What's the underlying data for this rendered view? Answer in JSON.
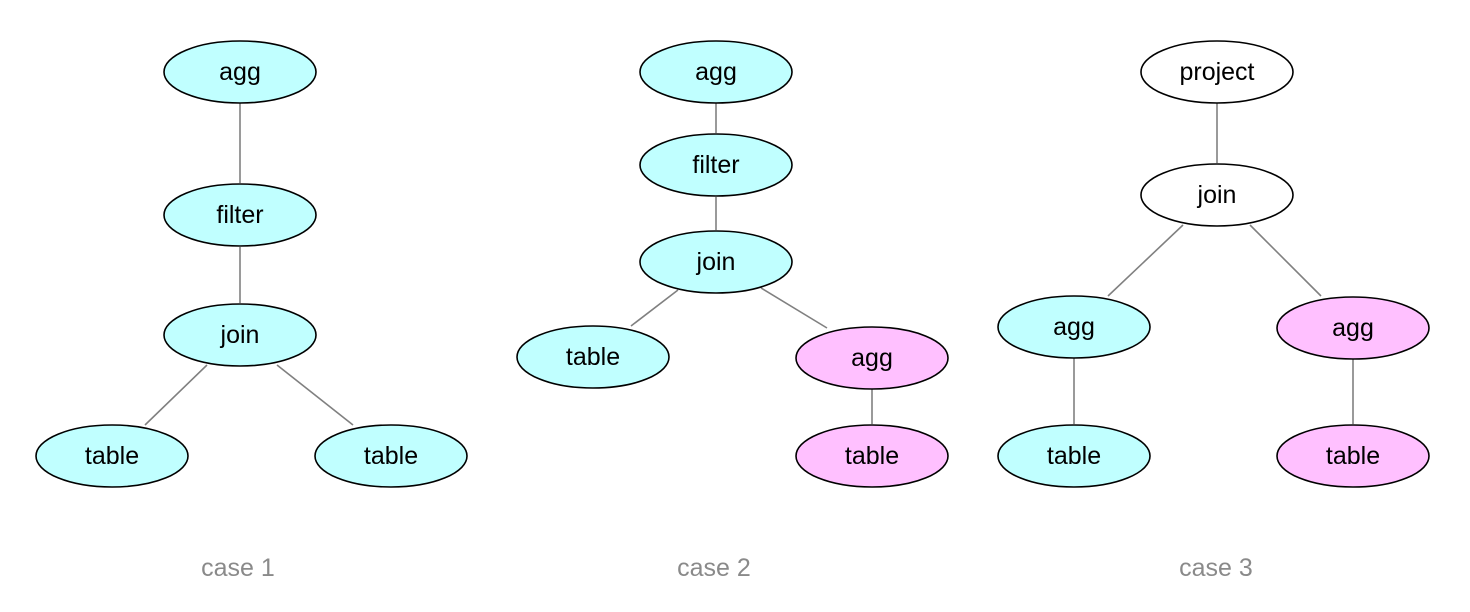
{
  "colors": {
    "cyan": "#c0ffff",
    "pink": "#ffc0ff",
    "white": "#ffffff",
    "edge": "#808080",
    "caption": "#8a8a8a"
  },
  "cases": [
    {
      "caption": "case 1",
      "nodes": [
        {
          "id": "agg",
          "label": "agg",
          "fill": "cyan"
        },
        {
          "id": "filter",
          "label": "filter",
          "fill": "cyan"
        },
        {
          "id": "join",
          "label": "join",
          "fill": "cyan"
        },
        {
          "id": "table-left",
          "label": "table",
          "fill": "cyan"
        },
        {
          "id": "table-right",
          "label": "table",
          "fill": "cyan"
        }
      ],
      "edges": [
        [
          "agg",
          "filter"
        ],
        [
          "filter",
          "join"
        ],
        [
          "join",
          "table-left"
        ],
        [
          "join",
          "table-right"
        ]
      ]
    },
    {
      "caption": "case 2",
      "nodes": [
        {
          "id": "agg",
          "label": "agg",
          "fill": "cyan"
        },
        {
          "id": "filter",
          "label": "filter",
          "fill": "cyan"
        },
        {
          "id": "join",
          "label": "join",
          "fill": "cyan"
        },
        {
          "id": "table-left",
          "label": "table",
          "fill": "cyan"
        },
        {
          "id": "agg-right",
          "label": "agg",
          "fill": "pink"
        },
        {
          "id": "table-right",
          "label": "table",
          "fill": "pink"
        }
      ],
      "edges": [
        [
          "agg",
          "filter"
        ],
        [
          "filter",
          "join"
        ],
        [
          "join",
          "table-left"
        ],
        [
          "join",
          "agg-right"
        ],
        [
          "agg-right",
          "table-right"
        ]
      ]
    },
    {
      "caption": "case 3",
      "nodes": [
        {
          "id": "project",
          "label": "project",
          "fill": "white"
        },
        {
          "id": "join",
          "label": "join",
          "fill": "white"
        },
        {
          "id": "agg-left",
          "label": "agg",
          "fill": "cyan"
        },
        {
          "id": "table-left",
          "label": "table",
          "fill": "cyan"
        },
        {
          "id": "agg-right",
          "label": "agg",
          "fill": "pink"
        },
        {
          "id": "table-right",
          "label": "table",
          "fill": "pink"
        }
      ],
      "edges": [
        [
          "project",
          "join"
        ],
        [
          "join",
          "agg-left"
        ],
        [
          "join",
          "agg-right"
        ],
        [
          "agg-left",
          "table-left"
        ],
        [
          "agg-right",
          "table-right"
        ]
      ]
    }
  ]
}
